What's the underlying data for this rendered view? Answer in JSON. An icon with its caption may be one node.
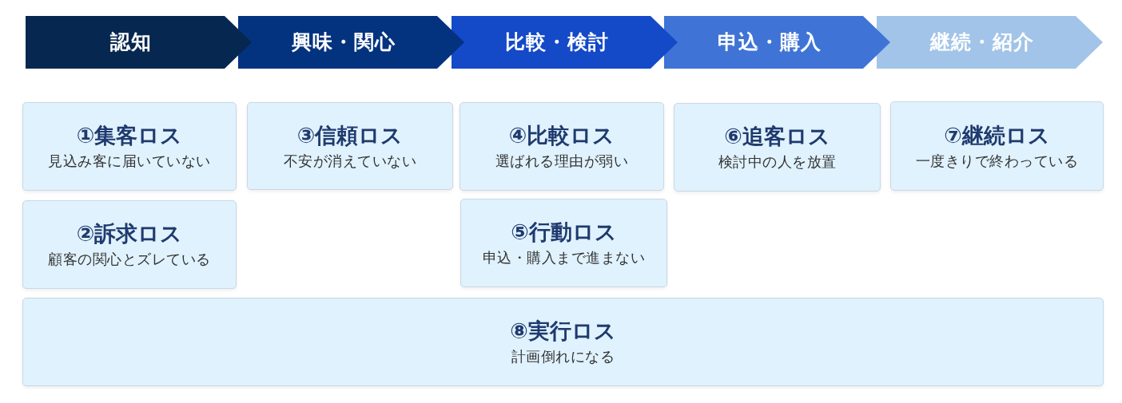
{
  "diagram": {
    "nodes": [
      {
        "text": [
          "認知"
        ]
      },
      {
        "text": [
          "興味・関心"
        ]
      },
      {
        "text": [
          "比較・検討"
        ]
      },
      {
        "text": [
          "申込・購入"
        ]
      },
      {
        "text": [
          "継続・紹介"
        ]
      },
      {
        "text": [
          "①集客ロス",
          "見込み客に届いていない"
        ]
      },
      {
        "text": [
          "②訴求ロス",
          "顧客の関心とズレている"
        ]
      },
      {
        "text": [
          "③信頼ロス",
          "不安が消えていない"
        ]
      },
      {
        "text": [
          "④比較ロス",
          "選ばれる理由が弱い"
        ]
      },
      {
        "text": [
          "⑤行動ロス",
          "申込・購入まで進まない"
        ]
      },
      {
        "text": [
          "⑥追客ロス",
          "検討中の人を放置"
        ]
      },
      {
        "text": [
          "⑦継続ロス",
          "一度きりで終わっている"
        ]
      },
      {
        "text": [
          "⑧実行ロス",
          "計画倒れになる"
        ]
      }
    ]
  }
}
